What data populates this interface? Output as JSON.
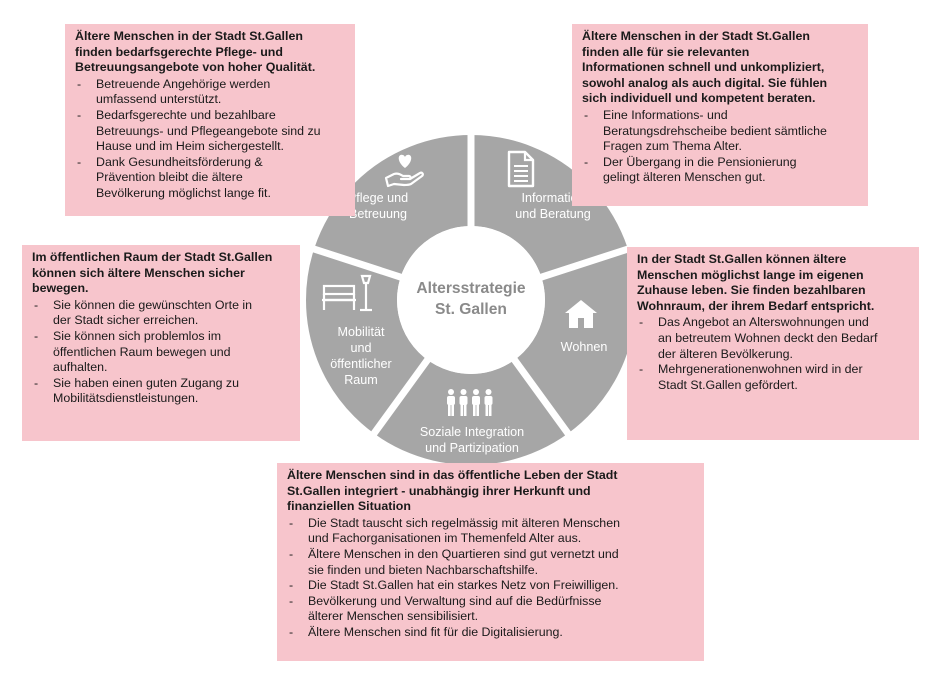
{
  "center": {
    "line1": "Altersstrategie",
    "line2": "St. Gallen"
  },
  "segments": {
    "pflege": {
      "line1": "Pflege und",
      "line2": "Betreuung",
      "icon": "hand-heart-icon"
    },
    "info": {
      "line1": "Information",
      "line2": "und Beratung",
      "icon": "document-icon"
    },
    "wohnen": {
      "line1": "Wohnen",
      "icon": "house-icon"
    },
    "soziale": {
      "line1": "Soziale Integration",
      "line2": "und Partizipation",
      "icon": "people-icon"
    },
    "raum": {
      "line1": "Mobilität",
      "line2": "und",
      "line3": "öffentlicher",
      "line4": "Raum",
      "icon": "bench-lamp-icon"
    }
  },
  "boxes": {
    "pflege": {
      "heading": [
        "Ältere Menschen in der Stadt St.Gallen",
        "finden bedarfsgerechte Pflege- und",
        "Betreuungsangebote von hoher Qualität."
      ],
      "bullets": [
        [
          "Betreuende Angehörige werden",
          "umfassend unterstützt."
        ],
        [
          "Bedarfsgerechte und bezahlbare",
          "Betreuungs- und Pflegeangebote sind zu",
          "Hause und im Heim sichergestellt."
        ],
        [
          "Dank Gesundheitsförderung &",
          "Prävention bleibt die ältere",
          "Bevölkerung möglichst lange fit."
        ]
      ]
    },
    "info": {
      "heading": [
        "Ältere Menschen in der Stadt St.Gallen",
        "finden alle für sie relevanten",
        "Informationen schnell und unkompliziert,",
        "sowohl analog als auch digital. Sie fühlen",
        "sich individuell und kompetent beraten."
      ],
      "bullets": [
        [
          "Eine Informations- und",
          "Beratungsdrehscheibe bedient sämtliche",
          "Fragen zum Thema Alter."
        ],
        [
          "Der Übergang in die Pensionierung",
          "gelingt älteren Menschen gut."
        ]
      ]
    },
    "raum": {
      "heading": [
        "Im öffentlichen Raum der Stadt St.Gallen",
        "können sich ältere Menschen sicher",
        "bewegen."
      ],
      "bullets": [
        [
          "Sie können die gewünschten Orte in",
          "der Stadt sicher erreichen."
        ],
        [
          "Sie können sich problemlos im",
          "öffentlichen Raum bewegen und",
          "aufhalten."
        ],
        [
          "Sie haben einen guten Zugang zu",
          "Mobilitätsdienstleistungen."
        ]
      ]
    },
    "wohnen": {
      "heading": [
        "In der Stadt St.Gallen können ältere",
        "Menschen möglichst lange im eigenen",
        "Zuhause leben. Sie finden bezahlbaren",
        "Wohnraum, der ihrem Bedarf entspricht."
      ],
      "bullets": [
        [
          "Das Angebot an Alterswohnungen und",
          "an betreutem Wohnen deckt den Bedarf",
          "der älteren Bevölkerung."
        ],
        [
          "Mehrgenerationenwohnen wird in der",
          "Stadt St.Gallen gefördert."
        ]
      ]
    },
    "soziale": {
      "heading": [
        "Ältere Menschen sind in das öffentliche Leben der Stadt",
        "St.Gallen integriert - unabhängig ihrer Herkunft und",
        "finanziellen Situation"
      ],
      "bullets": [
        [
          "Die Stadt tauscht sich regelmässig mit älteren Menschen",
          "und Fachorganisationen im Themenfeld Alter aus."
        ],
        [
          "Ältere Menschen in den Quartieren sind gut vernetzt und",
          "sie finden und bieten Nachbarschaftshilfe."
        ],
        [
          "Die Stadt St.Gallen hat ein starkes Netz von Freiwilligen."
        ],
        [
          "Bevölkerung und Verwaltung sind auf die Bedürfnisse",
          "älterer Menschen sensibilisiert."
        ],
        [
          "Ältere Menschen sind fit für die Digitalisierung."
        ]
      ]
    }
  },
  "colors": {
    "box_bg": "#f7c5cc",
    "wheel": "#a6a6a6",
    "divider": "#ffffff",
    "center_text": "#8a8a8a"
  }
}
